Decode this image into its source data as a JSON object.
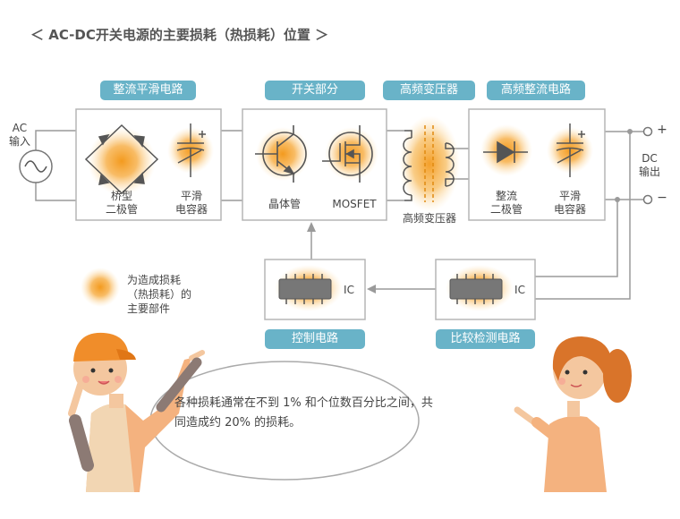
{
  "title": "＜ AC-DC开关电源的主要损耗（热损耗）位置 ＞",
  "blocks": {
    "rectifier": "整流平滑电路",
    "switch": "开关部分",
    "transformer": "高频变压器",
    "hf_rectifier": "高频整流电路",
    "control": "控制电路",
    "comparator": "比较检测电路"
  },
  "components": {
    "bridge": "桥型\n二极管",
    "smoothing_cap_1": "平滑\n电容器",
    "transistor": "晶体管",
    "mosfet": "MOSFET",
    "transformer": "高频变压器",
    "rect_diode": "整流\n二极管",
    "smoothing_cap_2": "平滑\n电容器",
    "ic_control": "IC",
    "ic_compare": "IC"
  },
  "terminals": {
    "ac_input": "AC\n输入",
    "dc_output": "DC\n输出",
    "plus": "+",
    "minus": "−"
  },
  "legend": "为造成损耗\n（热损耗）的\n主要部件",
  "speech": "各种损耗通常在不到 1% 和个位数百分比之间，共同造成约 20% 的损耗。",
  "colors": {
    "pill": "#69b3c8",
    "box_border": "#b5b5b5",
    "wire": "#9a9a9a",
    "heat": "#f5a623",
    "component": "#555555"
  }
}
